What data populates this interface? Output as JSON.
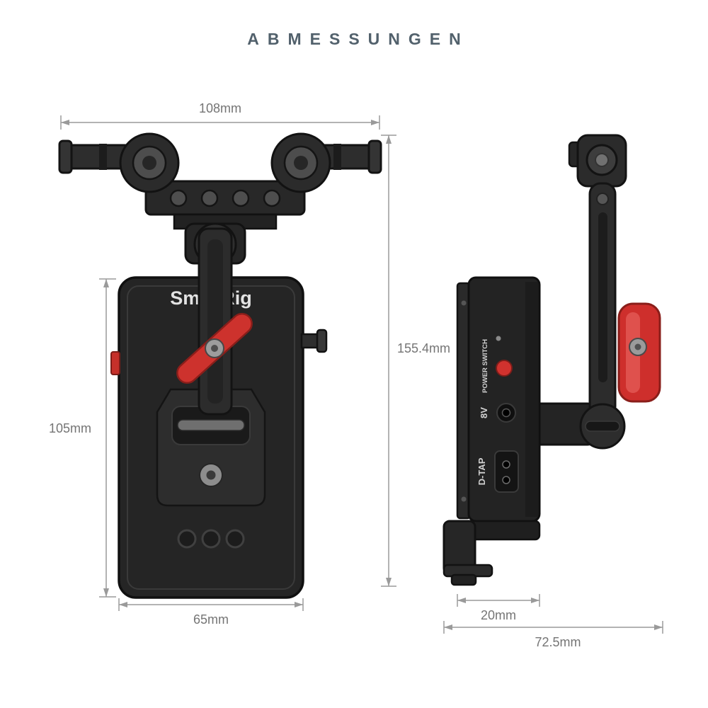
{
  "title": "ABMESSUNGEN",
  "front_view": {
    "brand": "SmallRig",
    "width_top": "108mm",
    "height": "105mm",
    "width_bottom": "65mm"
  },
  "side_view": {
    "height": "155.4mm",
    "depth_plate": "20mm",
    "depth_total": "72.5mm",
    "power_switch_label": "POWER SWITCH",
    "voltage_label": "8V",
    "dtap_label": "D-TAP"
  },
  "colors": {
    "accent_red": "#ce2f2c",
    "device_dark": "#242424",
    "dimension_line": "#9a9a9a",
    "dimension_text": "#757575",
    "title_text": "#52616c"
  }
}
